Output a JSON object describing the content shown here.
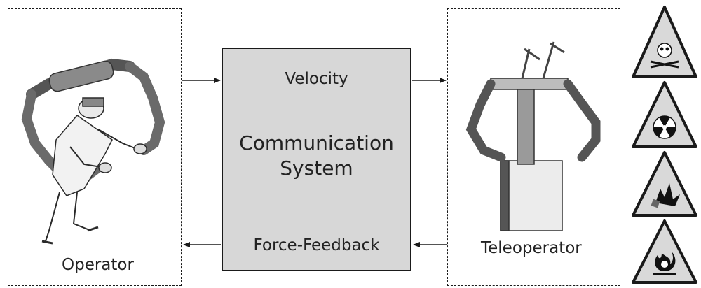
{
  "operator": {
    "label": "Operator"
  },
  "communication": {
    "velocity_label": "Velocity",
    "title_line1": "Communication",
    "title_line2": "System",
    "force_feedback_label": "Force-Feedback"
  },
  "teleoperator": {
    "label": "Teleoperator"
  },
  "hazard_icons": [
    "skull-crossbones-icon",
    "radiation-icon",
    "explosive-icon",
    "flammable-icon"
  ],
  "colors": {
    "box_fill": "#d7d7d7",
    "line": "#1a1a1a",
    "hazard_fill": "#d9d9d9"
  }
}
